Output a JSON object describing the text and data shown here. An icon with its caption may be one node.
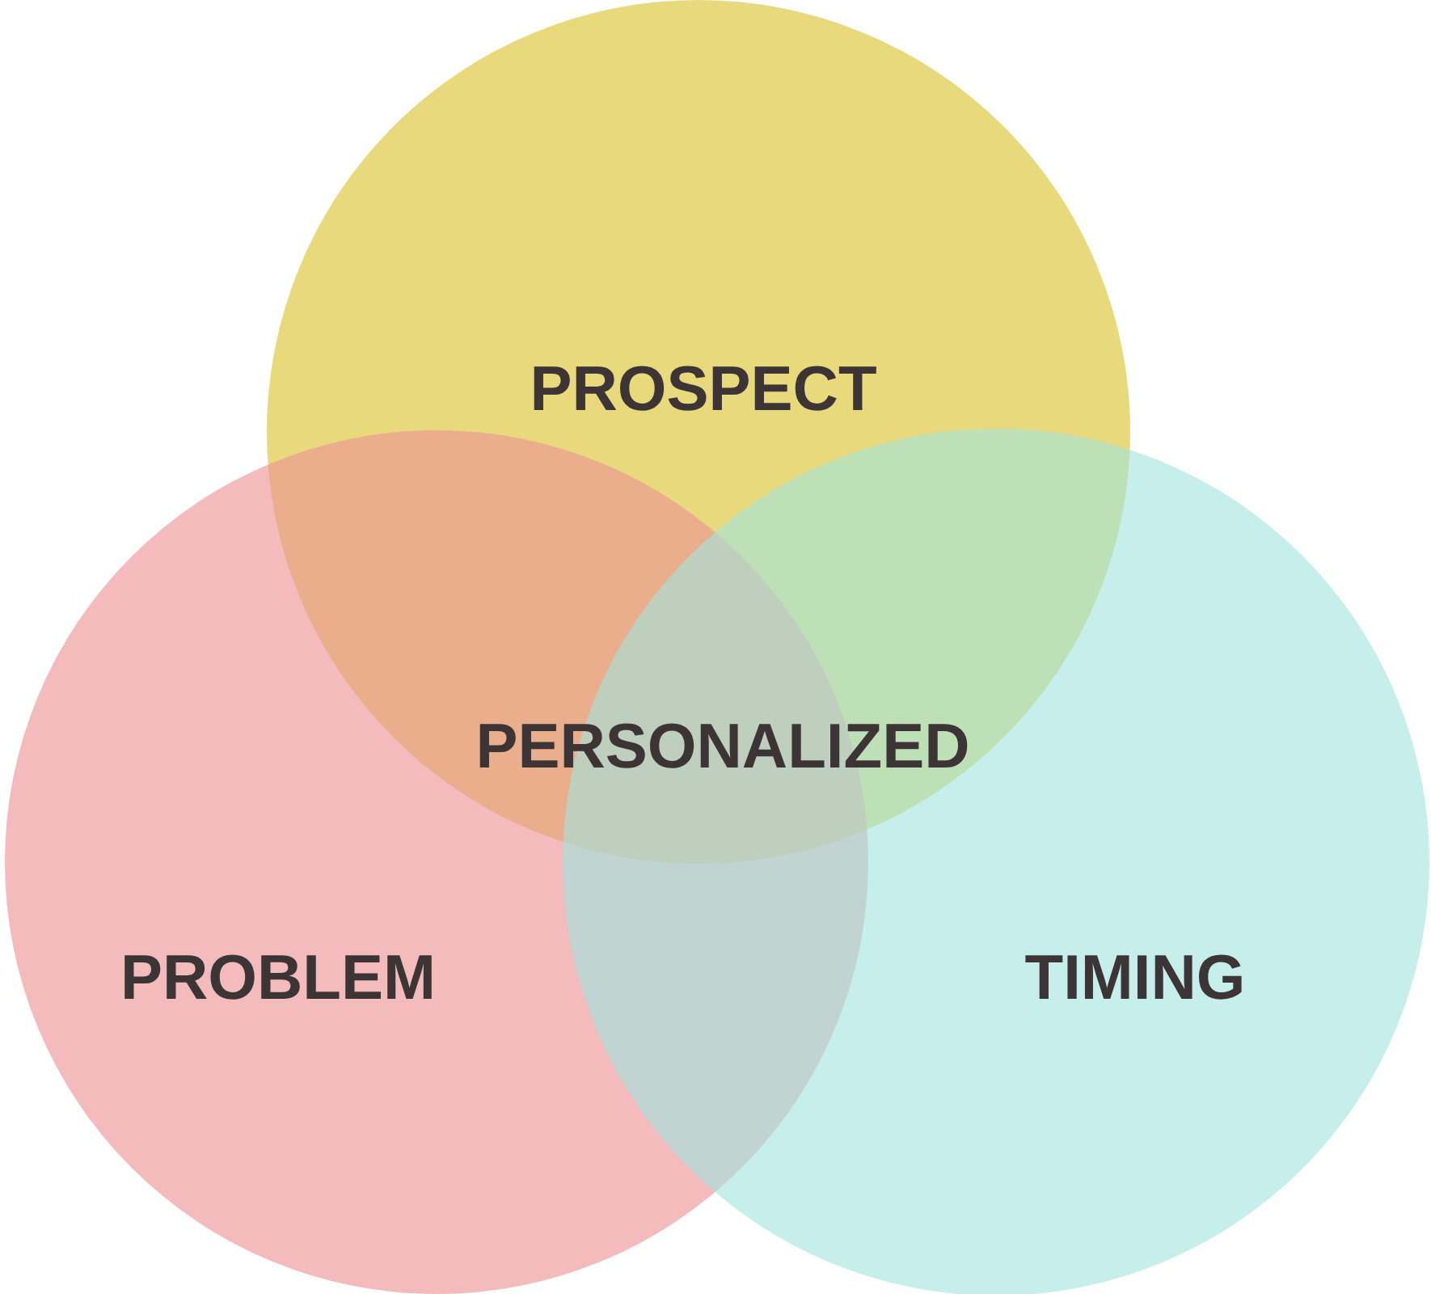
{
  "diagram": {
    "nodes": [
      {
        "text": [
          "PROSPECT"
        ]
      },
      {
        "text": [
          "PROBLEM"
        ]
      },
      {
        "text": [
          "TIMING"
        ]
      }
    ],
    "labels": [
      "PERSONALIZED"
    ]
  }
}
